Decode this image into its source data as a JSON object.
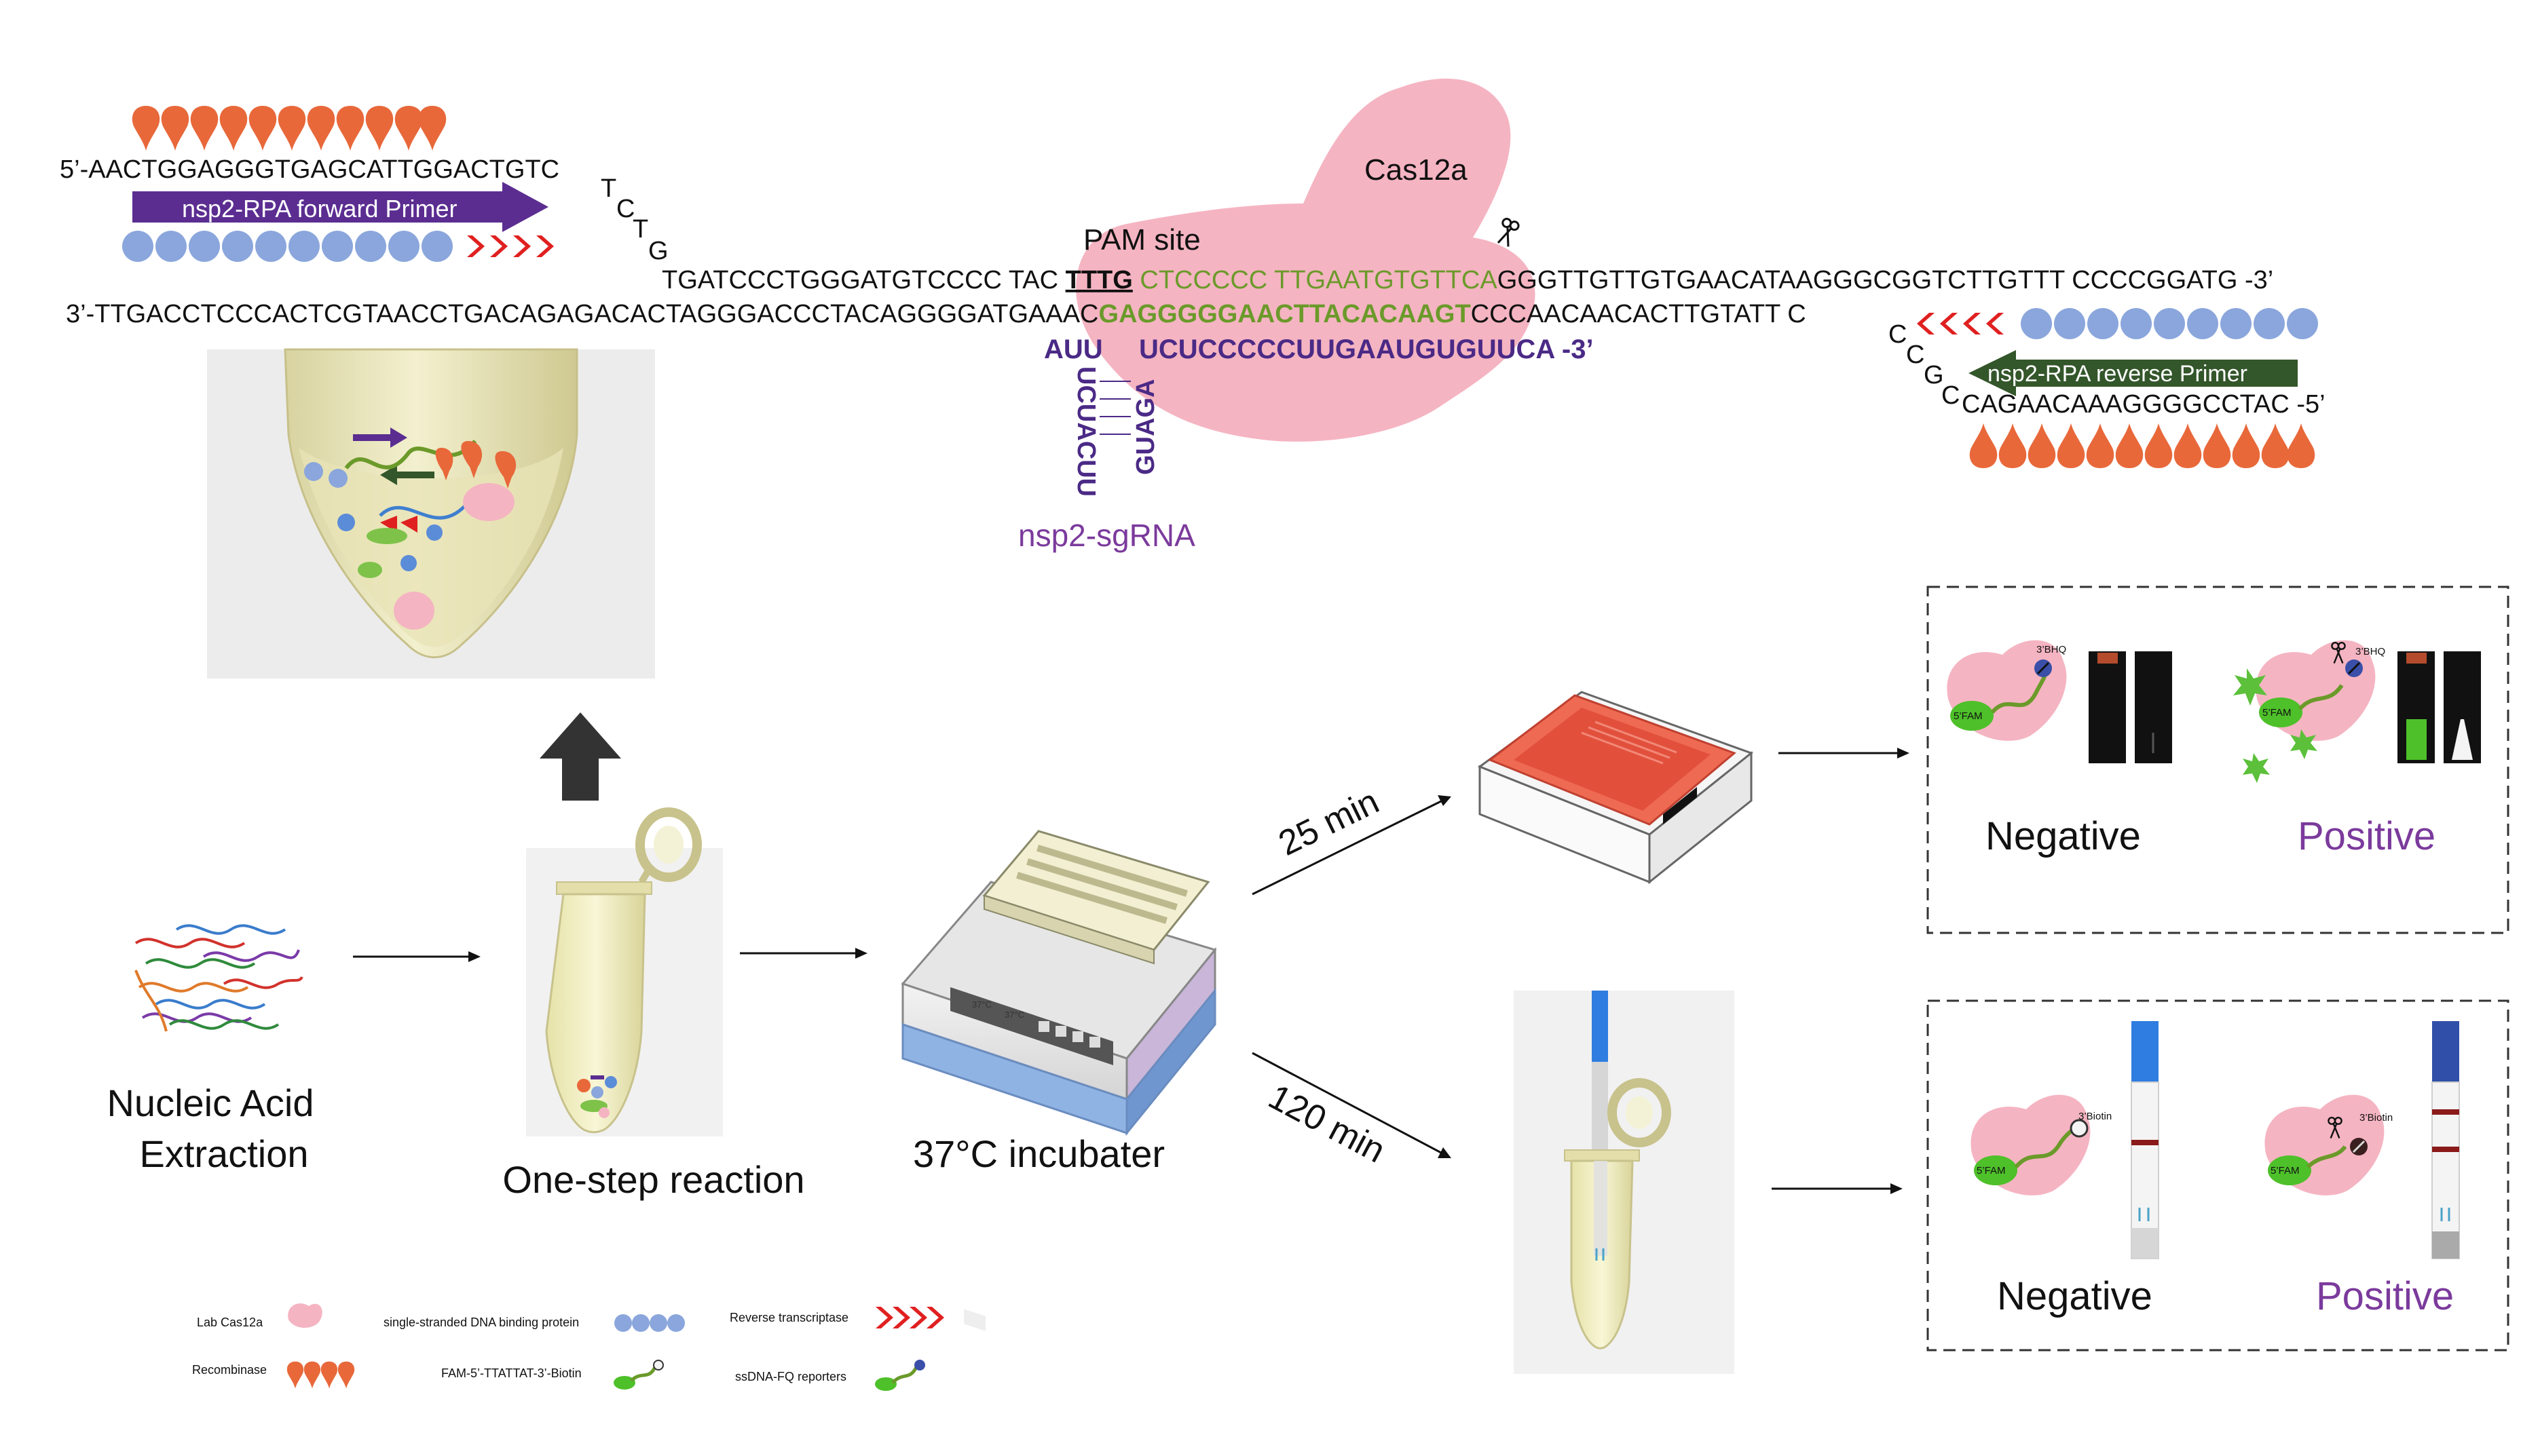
{
  "top_strand": {
    "left": "5’-AACTGGAGGGTGAGCATTGGACTGTC",
    "loop_letters": [
      "T",
      "C",
      "T",
      "G"
    ],
    "middle": "TGATCCCTGGGATGTCCCC TAC ",
    "pam": "TTTG",
    "target": " CTCCCCC TTGAATGTGTTCA",
    "right": "GGGTTGTTGTGAACATAAGGGCGGTCTTGTTT CCCCGGATG -3’"
  },
  "bottom_strand": {
    "left": "3’-TTGACCTCCCACTCGTAACCTGACAGAGACACTAGGGACCCTACAGGGGATGAAAC",
    "target": "GAGGGGGAACTTACACAAGT",
    "right": "CCCAACAACACTTGTATT C",
    "loop_letters": [
      "C",
      "C",
      "G",
      "C"
    ],
    "tail": "CAGAACAAAGGGGCCTAC -5’"
  },
  "sgrna": {
    "top_left": "AUU",
    "spacer": "UCUCCCCCUUGAAUGUGUUCA -3’",
    "stem_left": "UCUACUU",
    "stem_right": "GUAGA",
    "label": "nsp2-sgRNA"
  },
  "labels": {
    "cas12a": "Cas12a",
    "pam_site": "PAM site",
    "forward_primer": "nsp2-RPA forward Primer",
    "reverse_primer": "nsp2-RPA reverse Primer",
    "nucleic_acid": "Nucleic Acid",
    "extraction": "Extraction",
    "one_step": "One-step reaction",
    "incubator": "37°C incubater",
    "time_fluor": "25 min",
    "time_strip": "120 min",
    "negative_fluor": "Negative",
    "positive_fluor": "Positive",
    "negative_strip": "Negative",
    "positive_strip": "Positive",
    "fam": "5’FAM",
    "bhq": "3’BHQ",
    "biotin": "3’Biotin",
    "display_1": "37°C",
    "display_2": "37°C"
  },
  "legend": {
    "cas12a": "Lab Cas12a",
    "ssb": "single-stranded DNA binding protein",
    "rt": "Reverse transcriptase",
    "recombinase": "Recombinase",
    "fam_biotin": "FAM-5’-TTATTAT-3’-Biotin",
    "fq": "ssDNA-FQ reporters"
  },
  "colors": {
    "purple_primer": "#5b2d91",
    "green_primer": "#33562a",
    "target_green": "#6b9a2a",
    "sgrna_purple": "#4b2a86",
    "positive_purple": "#7b3a9c",
    "cas_pink": "#f5b4c2",
    "recombinase_orange": "#e8683a",
    "ssb_blue": "#8aa6dc",
    "rt_red": "#e02020",
    "fluor_green": "#4ec02a"
  }
}
